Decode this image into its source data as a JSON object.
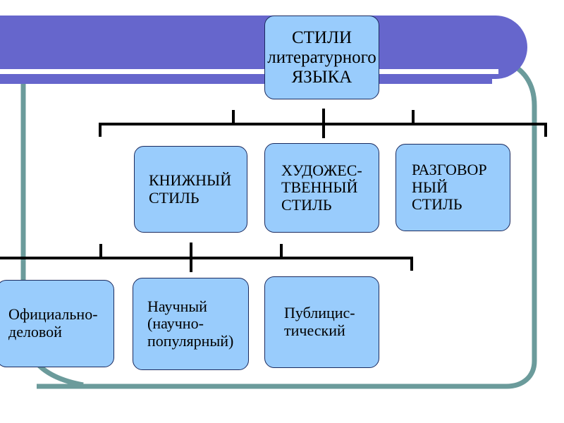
{
  "slide": {
    "title_box": {
      "label": "СТИЛИ\nлитературного\n ЯЗЫКА",
      "name": "styles-of-literary-language"
    },
    "colors": {
      "banner_purple": "#6666cc",
      "node_fill": "#99ccfc",
      "node_border": "#1a2a5e",
      "frame_teal": "#6b9b9b",
      "connector_black": "#000000",
      "background": "#ffffff"
    },
    "level2": [
      {
        "label": "КНИЖНЫЙ\nСТИЛЬ",
        "name": "bookish-style"
      },
      {
        "label": "ХУДОЖЕС-\nТВЕННЫЙ\nСТИЛЬ",
        "name": "artistic-style"
      },
      {
        "label": "РАЗГОВОР\nНЫЙ\nСТИЛЬ",
        "name": "colloquial-style"
      }
    ],
    "level3": [
      {
        "label": "Официально-\nделовой",
        "name": "official-business-style"
      },
      {
        "label": "Научный\n(научно-\nпопулярный)",
        "name": "scientific-style"
      },
      {
        "label": "Публицис-\nтический",
        "name": "publicistic-style"
      }
    ]
  }
}
